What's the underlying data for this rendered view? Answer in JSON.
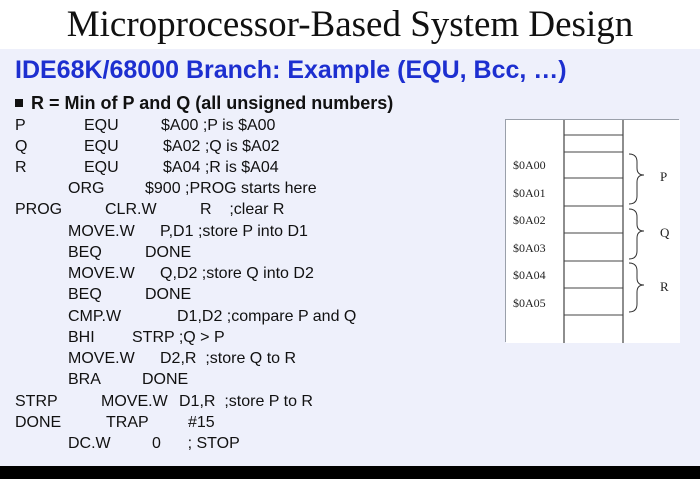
{
  "title": "Microprocessor-Based System Design",
  "subtitle": "IDE68K/68000 Branch: Example (EQU, Bcc, …)",
  "bullet": "R = Min of P and Q (all unsigned numbers)",
  "code_lines": [
    {
      "label": "P",
      "op": "EQU",
      "args": "$A00 ;P is $A00"
    },
    {
      "label": "Q",
      "op": "EQU",
      "args": "$A02 ;Q is $A02"
    },
    {
      "label": "R",
      "op": "EQU",
      "args": "$A04 ;R is $A04"
    },
    {
      "label": "",
      "op": "ORG",
      "args": "$900 ;PROG starts here"
    },
    {
      "label": "PROG",
      "op": "CLR.W",
      "args": "R    ;clear R"
    },
    {
      "label": "",
      "op": "MOVE.W",
      "args": "P,D1 ;store P into D1"
    },
    {
      "label": "",
      "op": "BEQ",
      "args": "DONE"
    },
    {
      "label": "",
      "op": "MOVE.W",
      "args": "Q,D2 ;store Q into D2"
    },
    {
      "label": "",
      "op": "BEQ",
      "args": "DONE"
    },
    {
      "label": "",
      "op": "CMP.W",
      "args": "D1,D2 ;compare P and Q"
    },
    {
      "label": "",
      "op": "BHI",
      "args": "STRP ;Q > P"
    },
    {
      "label": "",
      "op": "MOVE.W",
      "args": "D2,R  ;store Q to R"
    },
    {
      "label": "",
      "op": "BRA",
      "args": "DONE"
    },
    {
      "label": "STRP",
      "op": "MOVE.W",
      "args": "D1,R  ;store P to R"
    },
    {
      "label": "DONE",
      "op": "TRAP",
      "args": "#15"
    },
    {
      "label": "",
      "op": "DC.W",
      "args": "0      ; STOP"
    }
  ],
  "memory_map": {
    "addresses": [
      "$0A00",
      "$0A01",
      "$0A02",
      "$0A03",
      "$0A04",
      "$0A05"
    ],
    "groups": [
      "P",
      "Q",
      "R"
    ]
  },
  "colors": {
    "subtitle": "#1d2fd0",
    "band": "#eef0fb",
    "bottom_bar": "#000000"
  }
}
